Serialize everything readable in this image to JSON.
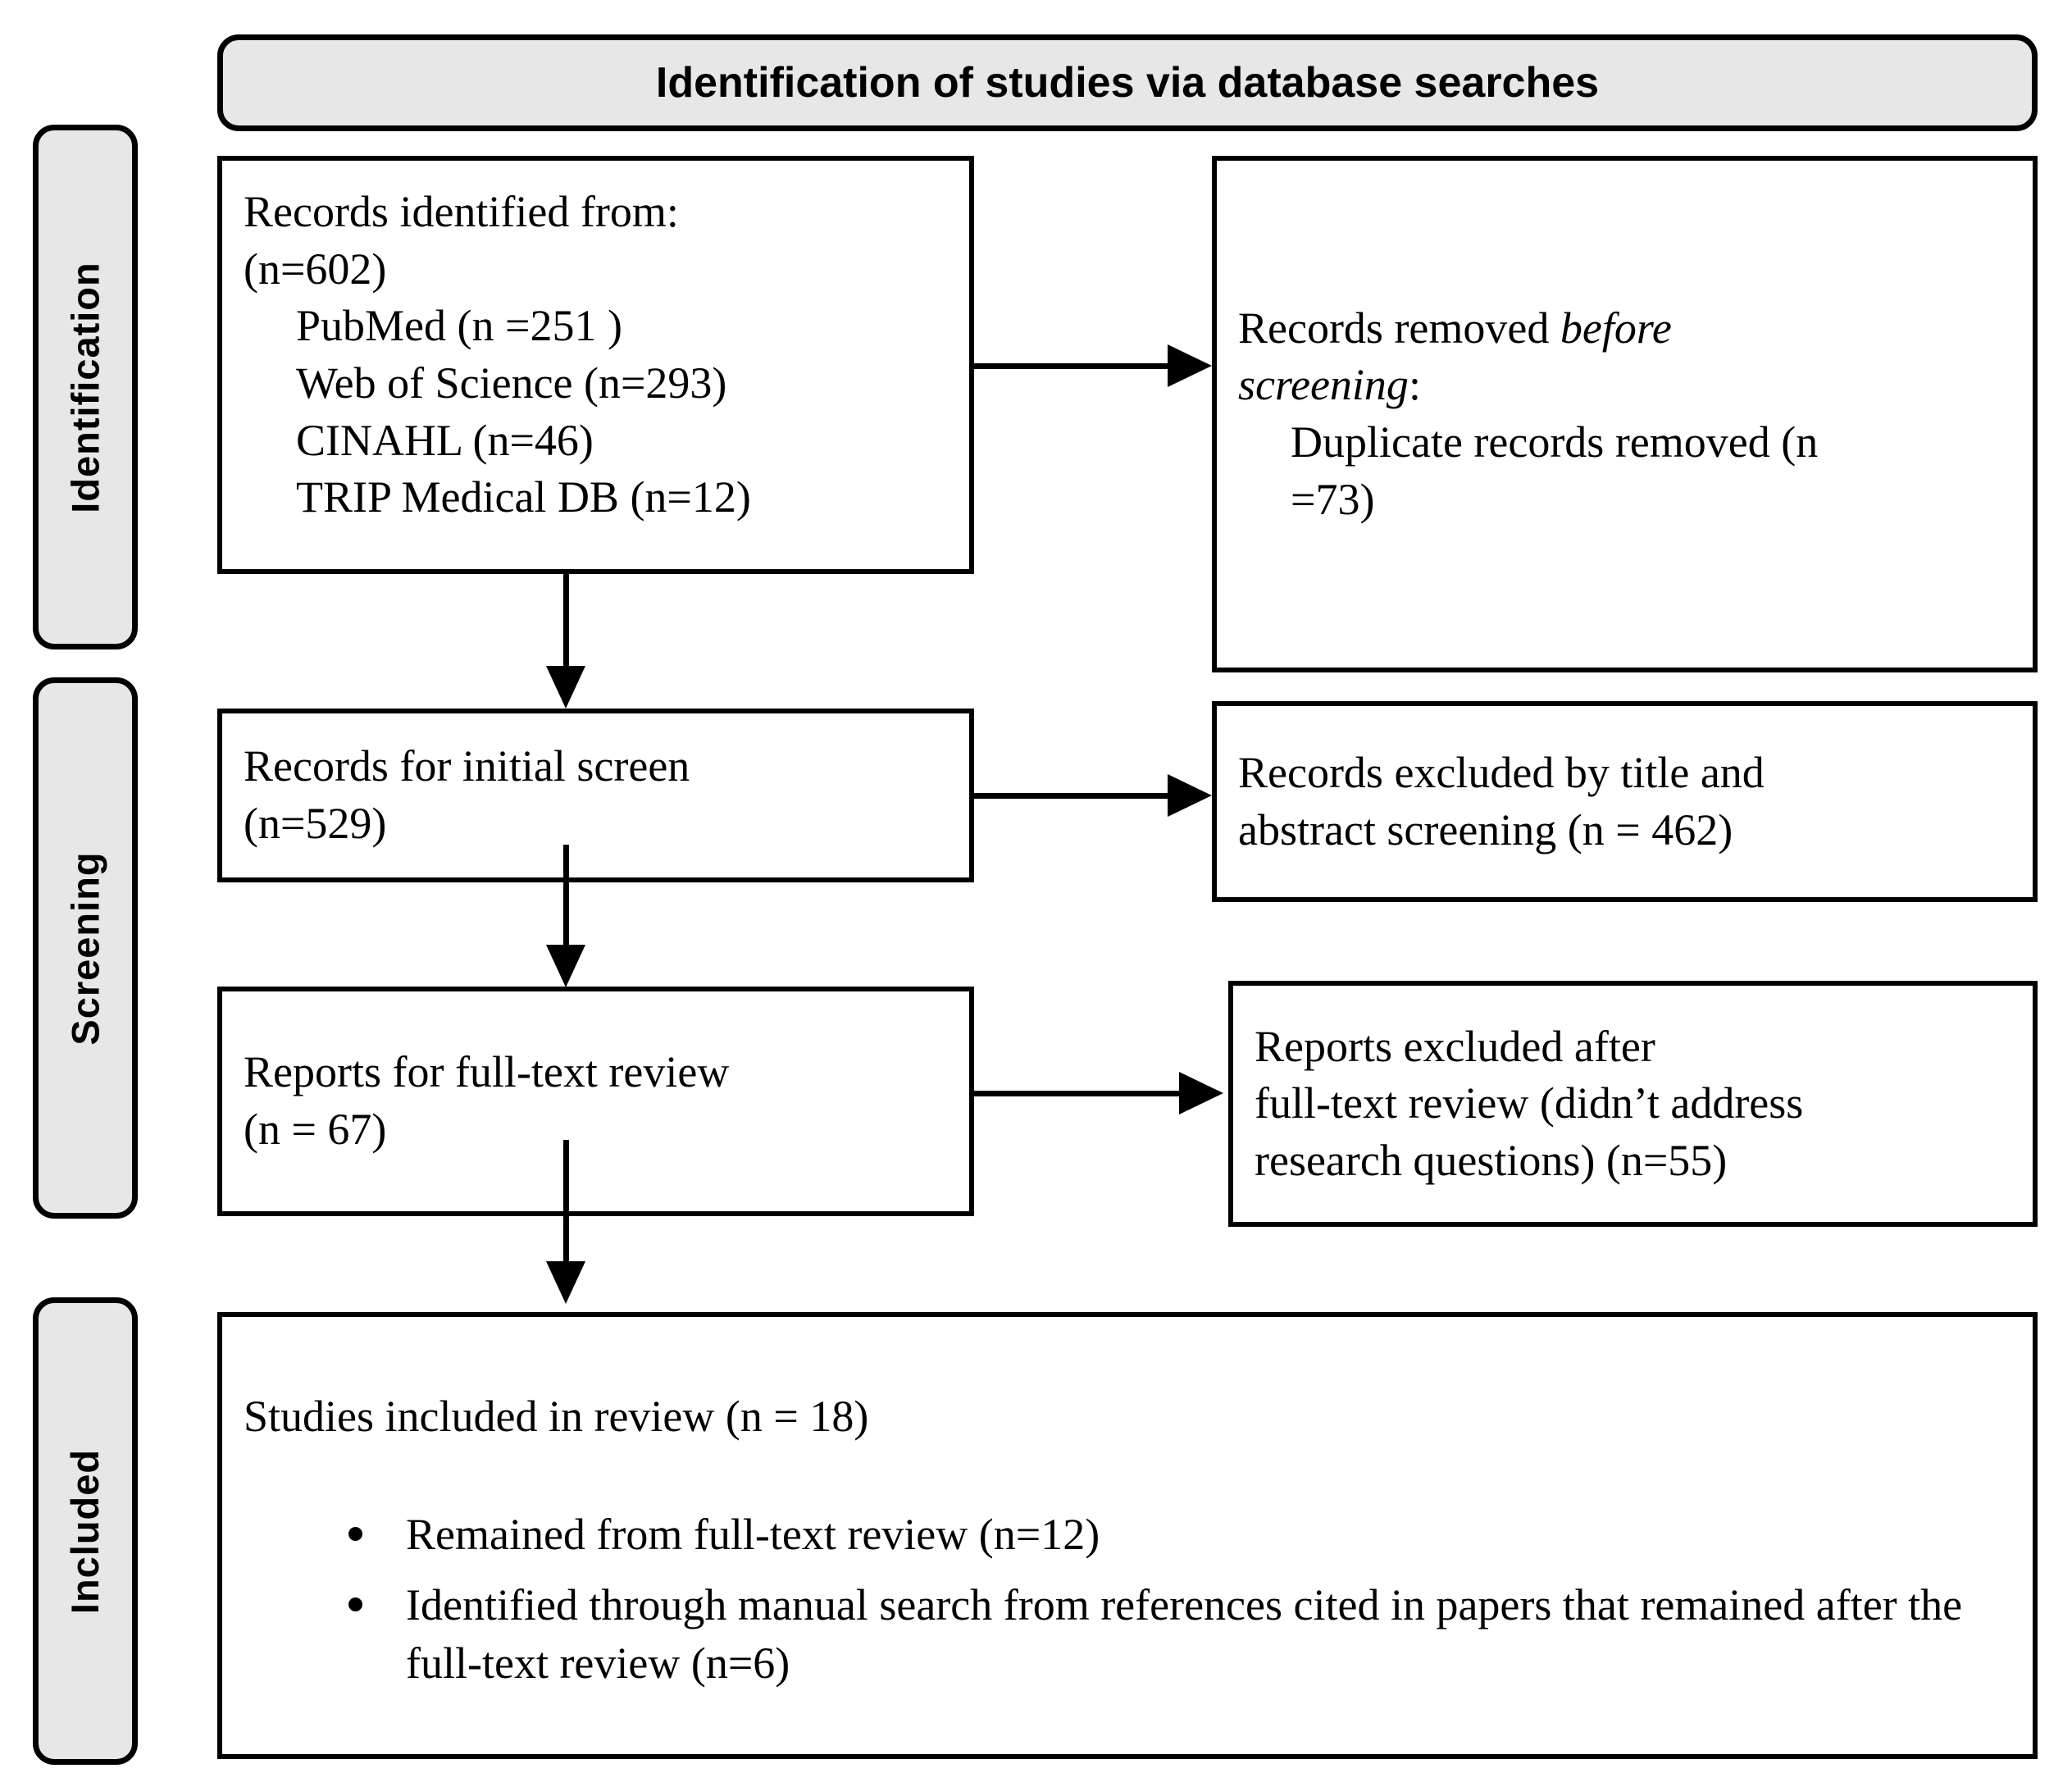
{
  "diagram": {
    "title": "Identification of studies via database searches",
    "stages": [
      {
        "label": "Identification"
      },
      {
        "label": "Screening"
      },
      {
        "label": "Included"
      }
    ],
    "boxes": {
      "identified": {
        "lines": [
          {
            "text": "Records identified from:",
            "indent": 0
          },
          {
            "text": "(n=602)",
            "indent": 0
          },
          {
            "text": "PubMed (n =251 )",
            "indent": 1
          },
          {
            "text": "Web of Science (n=293)",
            "indent": 1
          },
          {
            "text": "CINAHL (n=46)",
            "indent": 1
          },
          {
            "text": "TRIP Medical DB (n=12)",
            "indent": 1
          }
        ]
      },
      "removed_before_screening": {
        "line1_pre": "Records removed ",
        "line1_em": "before",
        "line2_em": "screening",
        "line2_post": ":",
        "line3": "Duplicate records removed (n",
        "line4": "=73)"
      },
      "initial_screen": {
        "lines": [
          {
            "text": "Records for initial screen",
            "indent": 0
          },
          {
            "text": "(n=529)",
            "indent": 0
          }
        ]
      },
      "excluded_title_abstract": {
        "lines": [
          {
            "text": "Records excluded by title and",
            "indent": 0
          },
          {
            "text": "abstract screening (n = 462)",
            "indent": 0
          }
        ]
      },
      "full_text_review": {
        "lines": [
          {
            "text": "Reports for full-text review",
            "indent": 0
          },
          {
            "text": "(n = 67)",
            "indent": 0
          }
        ]
      },
      "excluded_full_text": {
        "lines": [
          {
            "text": "Reports excluded after",
            "indent": 0
          },
          {
            "text": "full-text review (didn’t address",
            "indent": 0
          },
          {
            "text": "research questions) (n=55)",
            "indent": 0
          }
        ]
      },
      "included": {
        "title": "Studies included in review (n = 18)",
        "bullets": [
          {
            "text": "Remained from full-text review (n=12)"
          },
          {
            "text": "Identified through manual search from references cited in papers that remained after the full-text review (n=6)"
          }
        ]
      }
    },
    "colors": {
      "stage_fill": "#e7e7e7",
      "header_fill": "#e7e7e7",
      "box_fill": "#ffffff",
      "stroke": "#000000"
    }
  }
}
